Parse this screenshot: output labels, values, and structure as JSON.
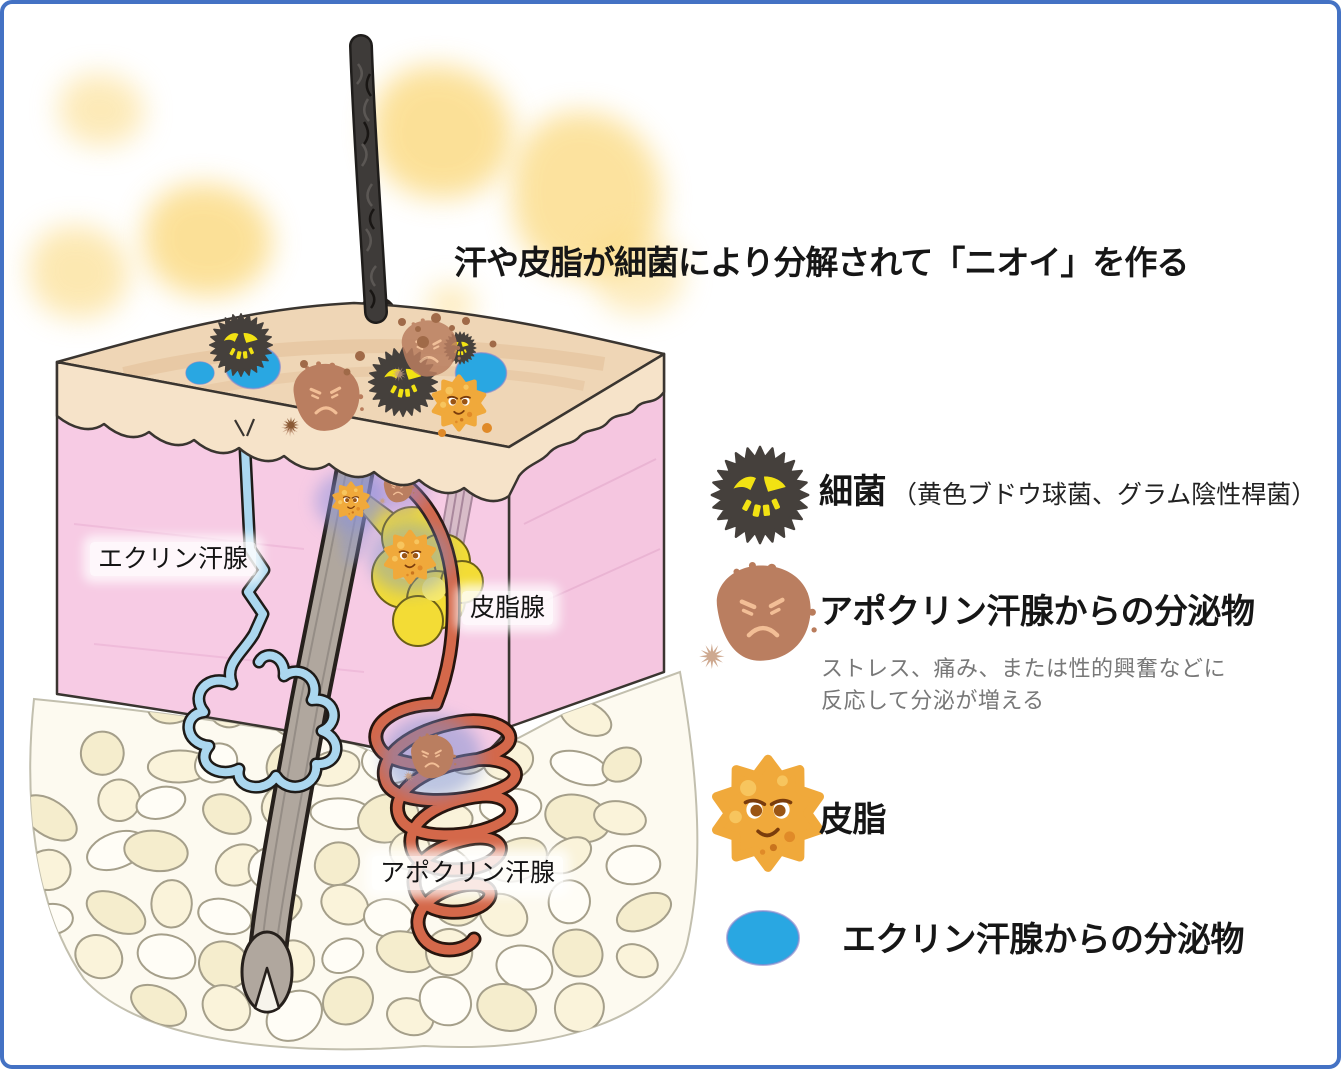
{
  "title": "汗や皮脂が細菌により分解されて「ニオイ」を作る",
  "diagram": {
    "labels": {
      "eccrine_gland": "エクリン汗腺",
      "sebaceous_gland": "皮脂腺",
      "apocrine_gland": "アポクリン汗腺"
    }
  },
  "legend": {
    "items": [
      {
        "icon": "bacteria-icon",
        "label": "細菌",
        "note": "（黄色ブドウ球菌、グラム陰性桿菌）"
      },
      {
        "icon": "apocrine-secretion-icon",
        "label": "アポクリン汗腺からの分泌物",
        "description": "ストレス、痛み、または性的興奮などに\n反応して分泌が増える"
      },
      {
        "icon": "sebum-icon",
        "label": "皮脂"
      },
      {
        "icon": "eccrine-secretion-icon",
        "label": "エクリン汗腺からの分泌物"
      }
    ]
  },
  "colors": {
    "frame_border": "#4472C4",
    "odor_cloud": "#FBD97E",
    "epidermis": "#EFD6B6",
    "dermis": "#F7CBE4",
    "fat_cell": "#FAF3DA",
    "hair": "#3E3B39",
    "eccrine_gland": "#ABD7EF",
    "apocrine_gland": "#D4684A",
    "sebaceous_gland": "#F3DC35",
    "bacteria_body": "#45403C",
    "bacteria_face": "#F2E213",
    "apocrine_secretion": "#BA7E60",
    "sebum_body": "#F0A93B",
    "eccrine_secretion": "#29A7E2"
  }
}
